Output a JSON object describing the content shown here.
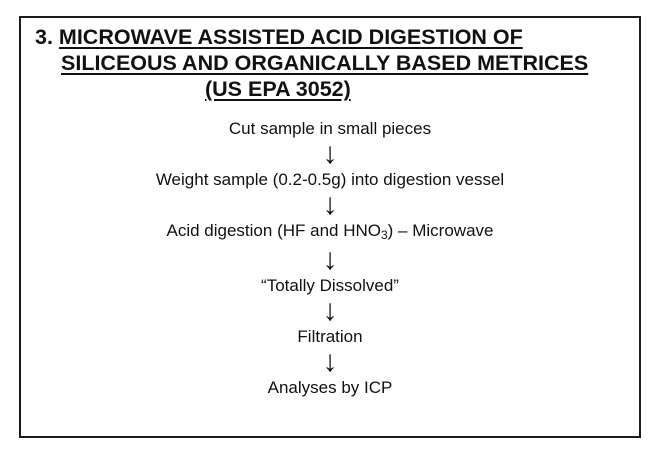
{
  "heading": {
    "number": "3. ",
    "line1": "MICROWAVE ASSISTED ACID DIGESTION OF",
    "line2": "SILICEOUS AND  ORGANICALLY BASED METRICES",
    "line3": "(US EPA 3052)"
  },
  "flowchart": {
    "steps": [
      {
        "text": "Cut sample in small pieces"
      },
      {
        "text": "Weight sample (0.2-0.5g) into digestion vessel"
      },
      {
        "pre": "Acid digestion (HF and HNO",
        "sub": "3",
        "post": ") – Microwave"
      },
      {
        "text": "“Totally Dissolved”"
      },
      {
        "text": "Filtration"
      },
      {
        "text": "Analyses by ICP"
      }
    ],
    "arrow_glyph": "↓"
  },
  "icons": {
    "arrow": "down-arrow-icon"
  }
}
